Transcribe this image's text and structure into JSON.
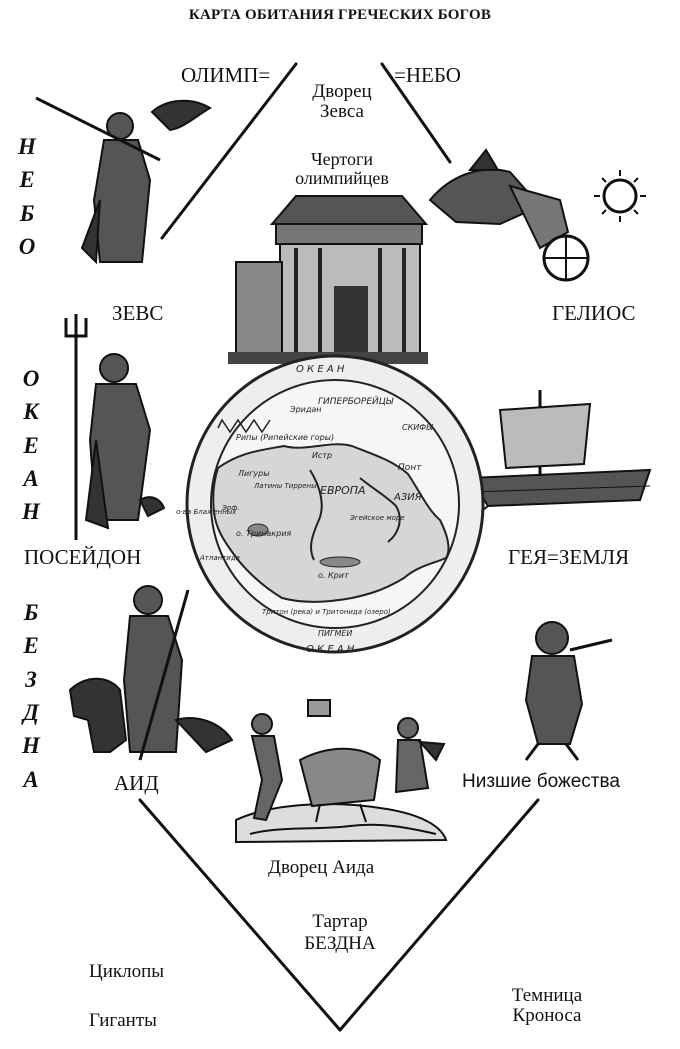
{
  "title": "КАРТА ОБИТАНИЯ ГРЕЧЕСКИХ БОГОВ",
  "top": {
    "olymp": "ОЛИМП=",
    "nebo": "=НЕБО",
    "palace_zeus": "Дворец Зевса",
    "halls": "Чертоги олимпийцев"
  },
  "side_words": {
    "sky": [
      "Н",
      "Е",
      "Б",
      "О"
    ],
    "ocean": [
      "О",
      "К",
      "Е",
      "А",
      "Н"
    ],
    "abyss": [
      "Б",
      "Е",
      "З",
      "Д",
      "Н",
      "А"
    ]
  },
  "gods": {
    "zeus": "ЗЕВС",
    "helios": "ГЕЛИОС",
    "poseidon": "ПОСЕЙДОН",
    "gaia": "ГЕЯ=ЗЕМЛЯ",
    "hades": "АИД",
    "lower": "Низшие божества"
  },
  "bottom": {
    "palace_hades": "Дворец Аида",
    "tartarus": "Тартар",
    "abyss": "БЕЗДНА",
    "cyclopes": "Циклопы",
    "giants": "Гиганты",
    "prison": "Темница Кроноса"
  },
  "map": {
    "ocean_top": "О К Е А Н",
    "ocean_bottom": "О К Е А Н",
    "hyperboreans": "ГИПЕРБОРЕЙЦЫ",
    "eridan": "Эридан",
    "rips": "Рипы (Рипейские горы)",
    "scythians": "СКИФЫ",
    "istr": "Истр",
    "europe": "ЕВРОПА",
    "pont": "Понт",
    "asia": "АЗИЯ",
    "ligurians": "Лигуры",
    "tyrrhenians": "Латины Тиррены",
    "blessed": "о-вa Блаженных",
    "erytheia": "Эрф.",
    "trinacria": "о. Тринакрия",
    "atlantic": "Атлантида",
    "aegean": "Эгейское море",
    "crete": "о. Крит",
    "triton": "Тритон (река) и Тритонида (озеро)",
    "pygmies": "ПИГМЕИ"
  }
}
